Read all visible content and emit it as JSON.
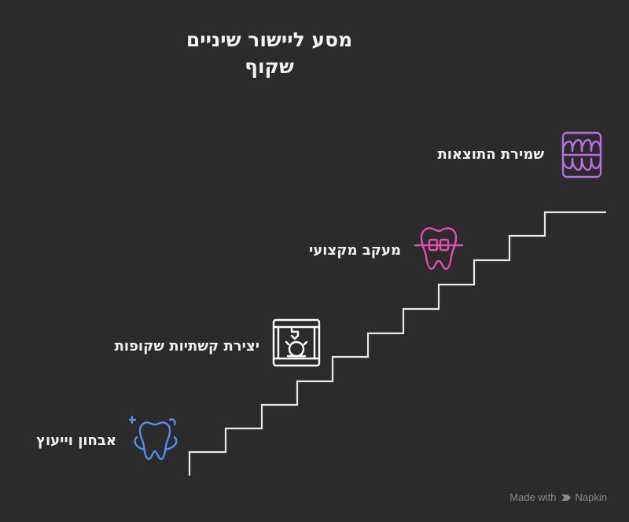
{
  "title": {
    "line1": "מסע ליישור שיניים",
    "line2": "שקוף"
  },
  "steps": [
    {
      "label": "שמירת התוצאות",
      "icon": "teeth-icon",
      "color": "#b86fe0"
    },
    {
      "label": "מעקב מקצועי",
      "icon": "braces-tooth-icon",
      "color": "#e04fb0"
    },
    {
      "label": "יצירת קשתיות שקופות",
      "icon": "3d-printer-icon",
      "color": "#ffffff"
    },
    {
      "label": "אבחון וייעוץ",
      "icon": "sparkling-tooth-icon",
      "color": "#4f8ff0"
    }
  ],
  "watermark": {
    "prefix": "Made with",
    "brand": "Napkin"
  }
}
